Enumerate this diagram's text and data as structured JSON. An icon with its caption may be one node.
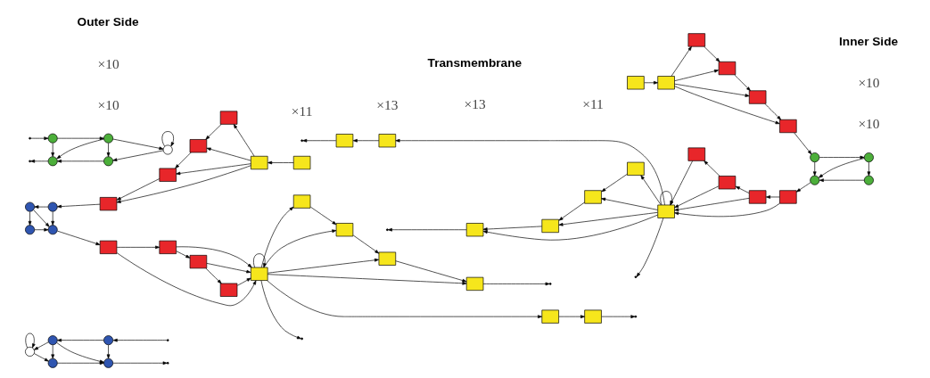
{
  "diagram": {
    "nodes": [
      {
        "text": [],
        "shape": "circle"
      },
      {
        "text": [],
        "shape": "circle"
      },
      {
        "text": [],
        "shape": "circle"
      },
      {
        "text": [],
        "shape": "circle"
      },
      {
        "text": [],
        "shape": "circle"
      },
      {
        "text": [],
        "shape": "circle"
      },
      {
        "text": [],
        "shape": "circle"
      },
      {
        "text": [],
        "shape": "circle"
      },
      {
        "text": [],
        "shape": "circle"
      },
      {
        "text": [],
        "shape": "box"
      },
      {
        "text": [],
        "shape": "box"
      },
      {
        "text": [],
        "shape": "box"
      },
      {
        "text": [],
        "shape": "box"
      },
      {
        "text": [],
        "shape": "box"
      },
      {
        "text": [],
        "shape": "box"
      },
      {
        "text": [],
        "shape": "box"
      },
      {
        "text": [],
        "shape": "box"
      },
      {
        "text": [],
        "shape": "box"
      },
      {
        "text": [],
        "shape": "box"
      },
      {
        "text": [],
        "shape": "box"
      },
      {
        "text": [],
        "shape": "box"
      },
      {
        "text": [],
        "shape": "box"
      },
      {
        "text": [],
        "shape": "box"
      },
      {
        "text": [],
        "shape": "box"
      },
      {
        "text": [],
        "shape": "box"
      },
      {
        "text": [],
        "shape": "box"
      },
      {
        "text": [],
        "shape": "circle"
      },
      {
        "text": [],
        "shape": "circle"
      },
      {
        "text": [],
        "shape": "circle"
      },
      {
        "text": [],
        "shape": "circle"
      },
      {
        "text": [],
        "shape": "circle"
      },
      {
        "text": [],
        "shape": "circle"
      },
      {
        "text": [],
        "shape": "circle"
      },
      {
        "text": [],
        "shape": "circle"
      },
      {
        "text": [],
        "shape": "circle"
      },
      {
        "text": [],
        "shape": "box"
      },
      {
        "text": [],
        "shape": "box"
      },
      {
        "text": [],
        "shape": "box"
      },
      {
        "text": [],
        "shape": "box"
      },
      {
        "text": [],
        "shape": "box"
      },
      {
        "text": [],
        "shape": "box"
      },
      {
        "text": [],
        "shape": "box"
      },
      {
        "text": [],
        "shape": "box"
      },
      {
        "text": [],
        "shape": "box"
      },
      {
        "text": [],
        "shape": "box"
      },
      {
        "text": [],
        "shape": "box"
      },
      {
        "text": [],
        "shape": "box"
      },
      {
        "text": [],
        "shape": "box"
      },
      {
        "text": [],
        "shape": "box"
      },
      {
        "text": [],
        "shape": "box"
      },
      {
        "text": [],
        "shape": "box"
      },
      {
        "text": [],
        "shape": "box"
      }
    ],
    "edges": [
      {
        "from": 0,
        "to": 0,
        "arrow": "to"
      },
      {
        "from": 0,
        "to": 1,
        "arrow": "to"
      },
      {
        "from": 5,
        "to": 0,
        "arrow": "to"
      },
      {
        "from": 1,
        "to": 2,
        "arrow": "to"
      },
      {
        "from": 2,
        "to": null,
        "arrow": "to"
      },
      {
        "from": 3,
        "to": 4,
        "arrow": "to"
      },
      {
        "from": 5,
        "to": 1,
        "arrow": "to"
      },
      {
        "from": 5,
        "to": 2,
        "arrow": "to"
      },
      {
        "from": 6,
        "to": 2,
        "arrow": "to"
      },
      {
        "from": 7,
        "to": 3,
        "arrow": "to"
      },
      {
        "from": 7,
        "to": 4,
        "arrow": "to"
      },
      {
        "from": 8,
        "to": 4,
        "arrow": "to"
      },
      {
        "from": 6,
        "to": 5,
        "arrow": "to"
      },
      {
        "from": null,
        "to": 6,
        "arrow": "to"
      },
      {
        "from": 8,
        "to": 7,
        "arrow": "to"
      },
      {
        "from": 4,
        "to": 9,
        "arrow": "to"
      },
      {
        "from": 9,
        "to": 10,
        "arrow": "to"
      },
      {
        "from": 10,
        "to": 11,
        "arrow": "to"
      },
      {
        "from": 11,
        "to": 12,
        "arrow": "to"
      },
      {
        "from": 12,
        "to": 13,
        "arrow": "to"
      },
      {
        "from": 13,
        "to": 13,
        "arrow": "to"
      },
      {
        "from": 9,
        "to": 13,
        "arrow": "to"
      },
      {
        "from": 10,
        "to": 13,
        "arrow": "to"
      },
      {
        "from": 11,
        "to": 13,
        "arrow": "to"
      },
      {
        "from": 13,
        "to": 14,
        "arrow": "to"
      },
      {
        "from": 14,
        "to": 15,
        "arrow": "to"
      },
      {
        "from": 15,
        "to": 16,
        "arrow": "to"
      },
      {
        "from": 16,
        "to": 17,
        "arrow": "to"
      },
      {
        "from": 17,
        "to": null,
        "arrow": "to"
      },
      {
        "from": 13,
        "to": 15,
        "arrow": "to"
      },
      {
        "from": 13,
        "to": 16,
        "arrow": "to"
      },
      {
        "from": 13,
        "to": 17,
        "arrow": "to"
      },
      {
        "from": 13,
        "to": null,
        "arrow": "to"
      },
      {
        "from": 13,
        "to": 18,
        "arrow": "to"
      },
      {
        "from": 18,
        "to": 19,
        "arrow": "to"
      },
      {
        "from": 19,
        "to": null,
        "arrow": "to"
      },
      {
        "from": 20,
        "to": 21,
        "arrow": "to"
      },
      {
        "from": 21,
        "to": 22,
        "arrow": "to"
      },
      {
        "from": 22,
        "to": 23,
        "arrow": "to"
      },
      {
        "from": 23,
        "to": 24,
        "arrow": "to"
      },
      {
        "from": 24,
        "to": 25,
        "arrow": "to"
      },
      {
        "from": 21,
        "to": 23,
        "arrow": "to"
      },
      {
        "from": 21,
        "to": 24,
        "arrow": "to"
      },
      {
        "from": 21,
        "to": 25,
        "arrow": "to"
      },
      {
        "from": 25,
        "to": 26,
        "arrow": "to"
      },
      {
        "from": 26,
        "to": 27,
        "arrow": "to"
      },
      {
        "from": null,
        "to": 28,
        "arrow": "to"
      },
      {
        "from": 28,
        "to": 29,
        "arrow": "to"
      },
      {
        "from": 26,
        "to": 30,
        "arrow": "to"
      },
      {
        "from": 27,
        "to": 30,
        "arrow": "to"
      },
      {
        "from": 27,
        "to": 31,
        "arrow": "to"
      },
      {
        "from": 28,
        "to": 32,
        "arrow": "to"
      },
      {
        "from": 29,
        "to": 32,
        "arrow": "to"
      },
      {
        "from": 29,
        "to": 33,
        "arrow": "to"
      },
      {
        "from": 29,
        "to": 34,
        "arrow": "to"
      },
      {
        "from": 34,
        "to": 33,
        "arrow": "to"
      },
      {
        "from": 34,
        "to": 34,
        "arrow": "to"
      },
      {
        "from": 31,
        "to": 30,
        "arrow": "to"
      },
      {
        "from": 32,
        "to": null,
        "arrow": "to"
      },
      {
        "from": 33,
        "to": 32,
        "arrow": "to"
      },
      {
        "from": 30,
        "to": 51,
        "arrow": "to"
      },
      {
        "from": 51,
        "to": 50,
        "arrow": "to"
      },
      {
        "from": 50,
        "to": 49,
        "arrow": "to"
      },
      {
        "from": 49,
        "to": 48,
        "arrow": "to"
      },
      {
        "from": 48,
        "to": 47,
        "arrow": "to"
      },
      {
        "from": 47,
        "to": 47,
        "arrow": "to"
      },
      {
        "from": 49,
        "to": 47,
        "arrow": "to"
      },
      {
        "from": 50,
        "to": 47,
        "arrow": "to"
      },
      {
        "from": 51,
        "to": 47,
        "arrow": "to"
      },
      {
        "from": 47,
        "to": 46,
        "arrow": "to"
      },
      {
        "from": 46,
        "to": 45,
        "arrow": "to"
      },
      {
        "from": 45,
        "to": 44,
        "arrow": "to"
      },
      {
        "from": 44,
        "to": 43,
        "arrow": "to"
      },
      {
        "from": 43,
        "to": null,
        "arrow": "to"
      },
      {
        "from": 47,
        "to": 45,
        "arrow": "to"
      },
      {
        "from": 47,
        "to": 44,
        "arrow": "to"
      },
      {
        "from": 47,
        "to": 43,
        "arrow": "to"
      },
      {
        "from": 47,
        "to": null,
        "arrow": "to"
      },
      {
        "from": 47,
        "to": 42,
        "arrow": "to"
      },
      {
        "from": 42,
        "to": 41,
        "arrow": "to"
      },
      {
        "from": 41,
        "to": null,
        "arrow": "to"
      },
      {
        "from": 40,
        "to": 39,
        "arrow": "to"
      },
      {
        "from": 39,
        "to": 38,
        "arrow": "to"
      },
      {
        "from": 38,
        "to": 37,
        "arrow": "to"
      },
      {
        "from": 37,
        "to": 36,
        "arrow": "to"
      },
      {
        "from": 36,
        "to": 35,
        "arrow": "to"
      },
      {
        "from": 39,
        "to": 35,
        "arrow": "to"
      },
      {
        "from": 39,
        "to": 36,
        "arrow": "to"
      },
      {
        "from": 39,
        "to": 37,
        "arrow": "to"
      },
      {
        "from": 35,
        "to": 8,
        "arrow": "to"
      }
    ],
    "labels": [
      "×10",
      "×13",
      "×11",
      "×10",
      "×11",
      "×13",
      "×10",
      "×10",
      "Outer Side",
      "Transmembrane",
      "Inner Side"
    ]
  }
}
